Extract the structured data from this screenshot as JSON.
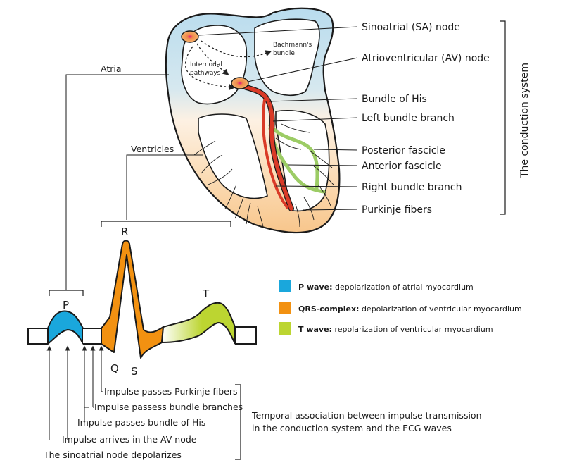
{
  "heart": {
    "sa_node": "Sinoatrial (SA) node",
    "av_node": "Atrioventricular (AV) node",
    "bachmann_line1": "Bachmann's",
    "bachmann_line2": "bundle",
    "internodal_line1": "Internodal",
    "internodal_line2": "pathways",
    "bundle_his": "Bundle of His",
    "left_bundle": "Left bundle branch",
    "posterior_fascicle": "Posterior fascicle",
    "anterior_fascicle": "Anterior fascicle",
    "right_bundle": "Right bundle branch",
    "purkinje": "Purkinje fibers",
    "atria": "Atria",
    "ventricles": "Ventricles",
    "conduction_system": "The conduction system"
  },
  "ecg": {
    "p": "P",
    "q": "Q",
    "r": "R",
    "s": "S",
    "t": "T"
  },
  "legend": [
    {
      "color": "#1aa7dc",
      "title": "P wave:",
      "text": " depolarization of atrial myocardium"
    },
    {
      "color": "#f29111",
      "title": "QRS-complex:",
      "text": " depolarization of ventricular myocardium"
    },
    {
      "color": "#bcd531",
      "title": "T wave:",
      "text": " repolarization of ventricular myocardium"
    }
  ],
  "impulses": [
    "Impulse passes Purkinje fibers",
    "Impulse passess bundle branches",
    "Impulse passes bundle of His",
    "Impulse arrives in the AV node",
    "The sinoatrial node depolarizes"
  ],
  "temporal_line1": "Temporal association between impulse transmission",
  "temporal_line2": "in the conduction system and the ECG waves",
  "colors": {
    "atria_fill": "#b9dcee",
    "ventricle_fill": "#f9cf9a",
    "bundle_red": "#d93a27",
    "fascicle_green": "#9ccc65"
  }
}
